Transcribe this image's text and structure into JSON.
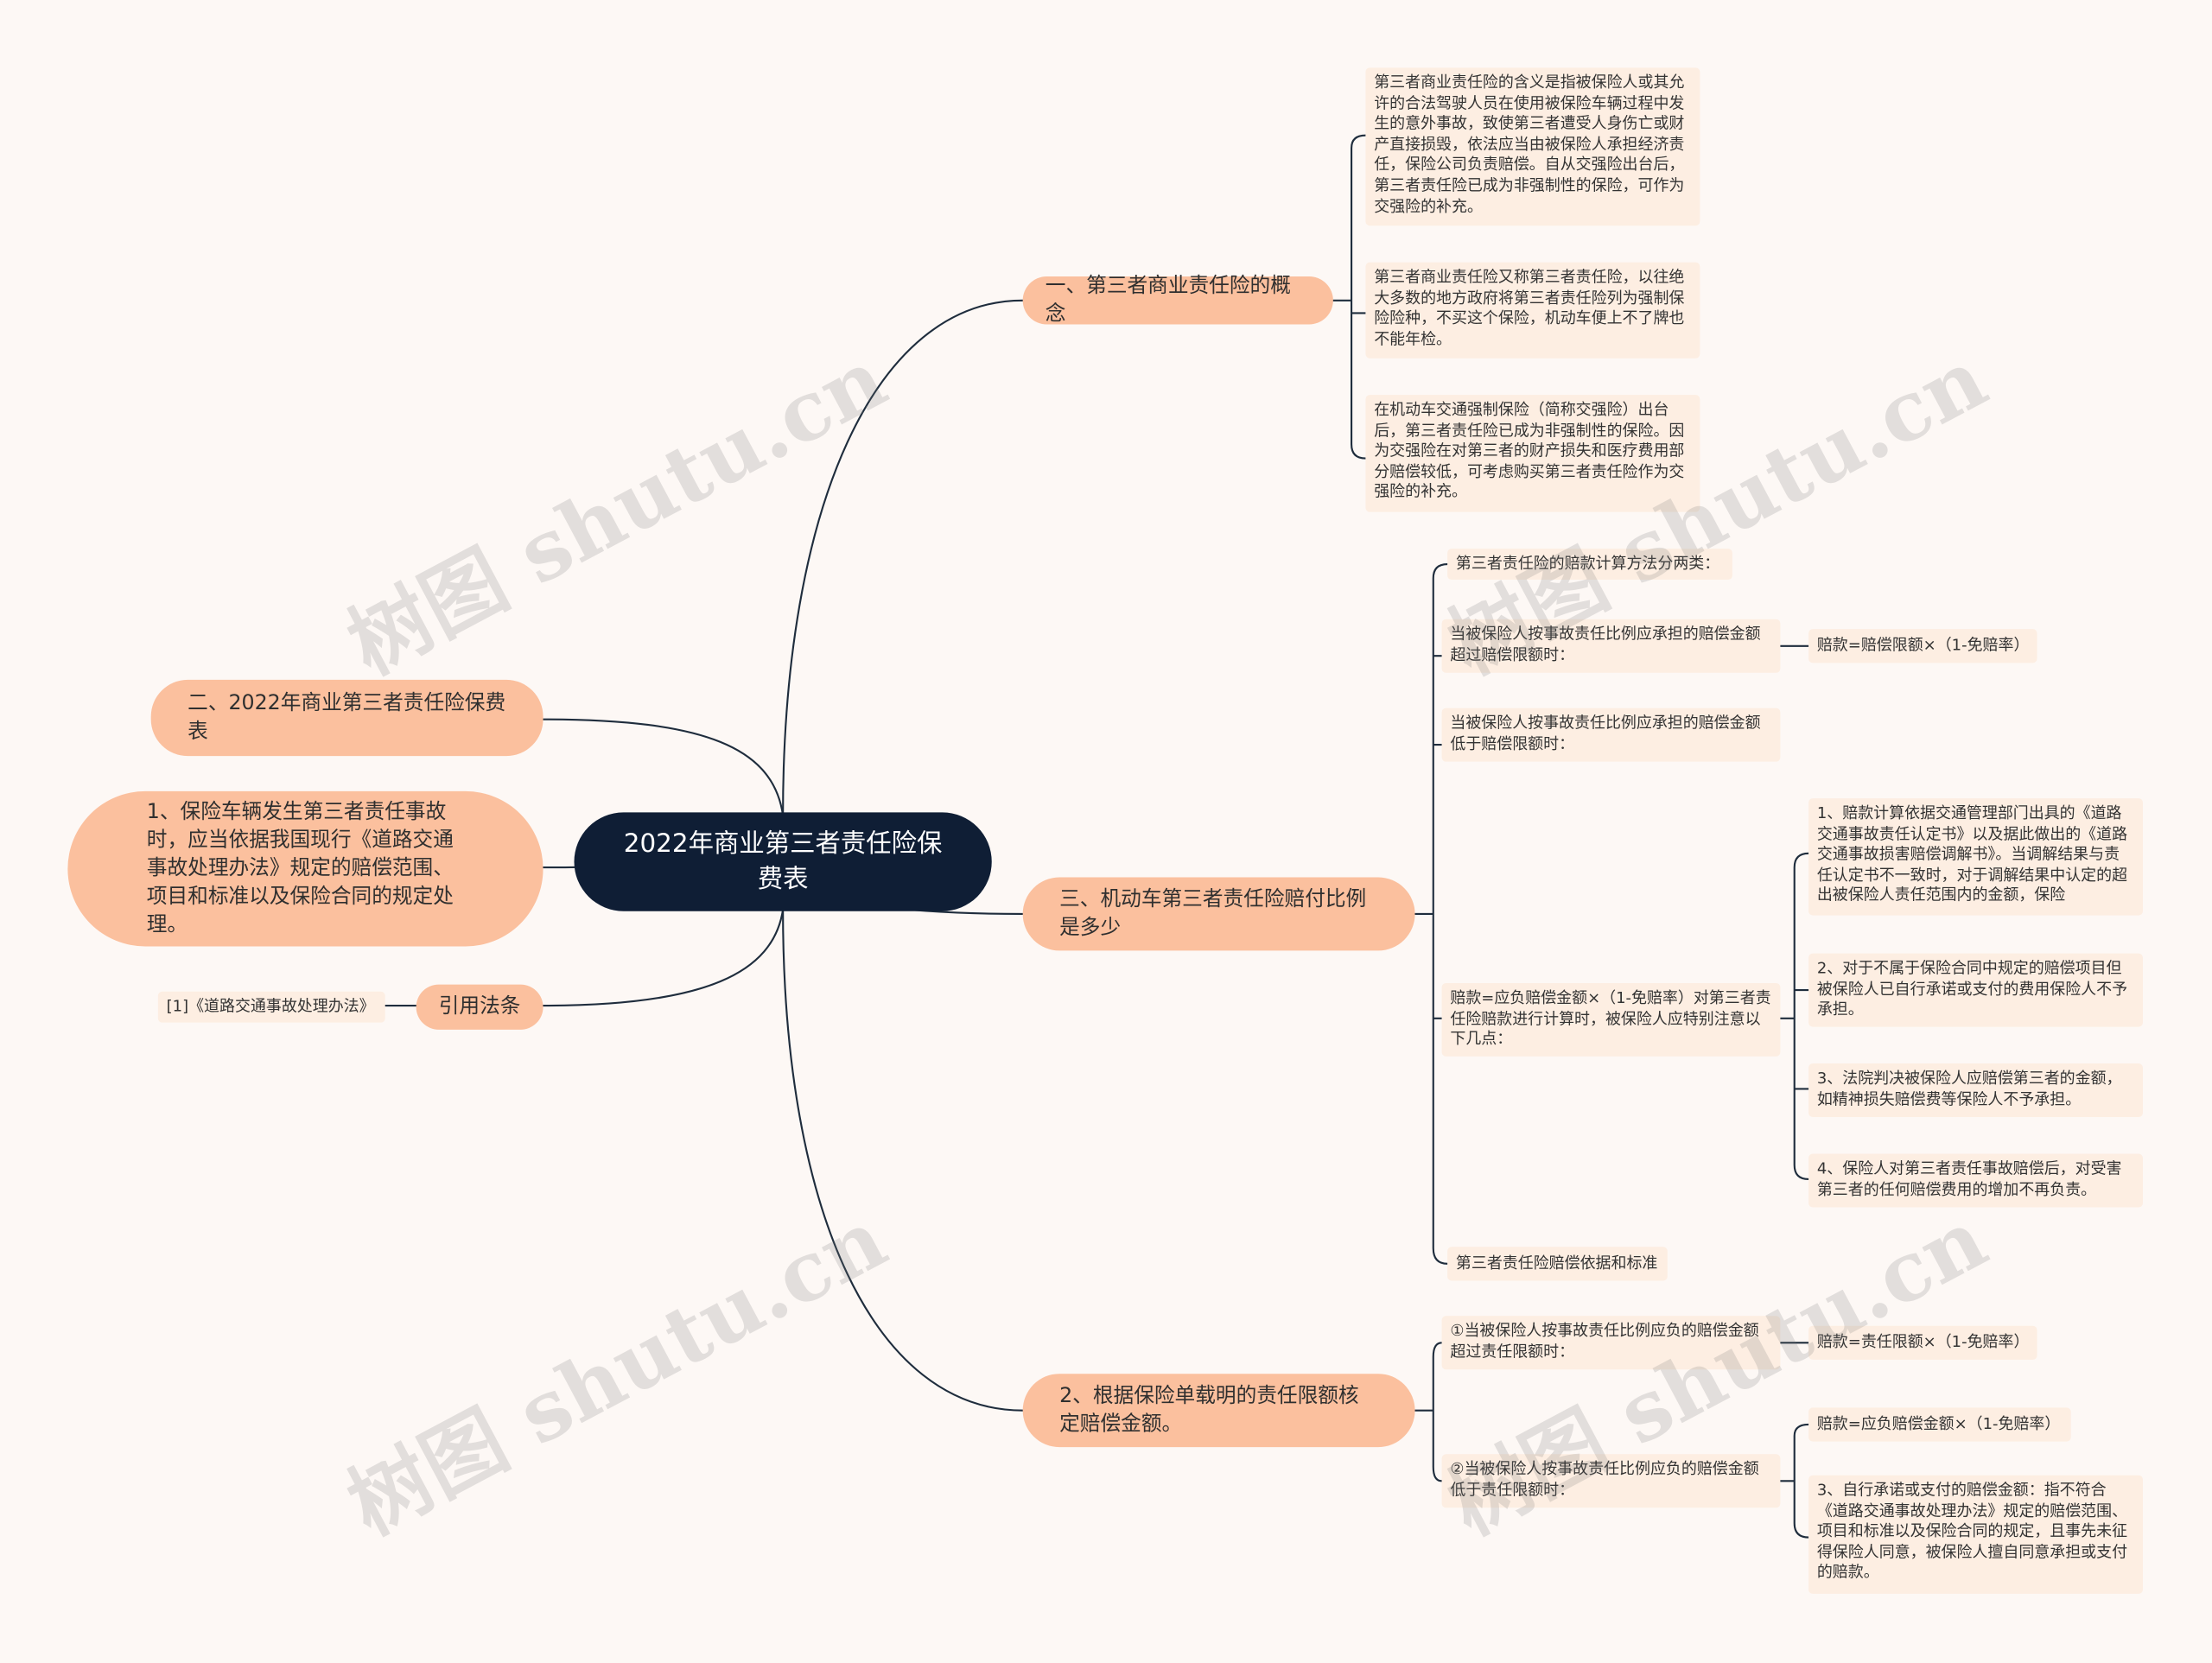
{
  "root": {
    "label": "2022年商业第三者责任险保费表"
  },
  "left": {
    "premium_table": "二、2022年商业第三者责任险保费表",
    "item1": "1、保险车辆发生第三者责任事故时，应当依据我国现行《道路交通事故处理办法》规定的赔偿范围、项目和标准以及保险合同的规定处理。",
    "citation_label": "引用法条",
    "citation_ref": "[1]《道路交通事故处理办法》"
  },
  "concept": {
    "label": "一、第三者商业责任险的概念",
    "leaves": [
      "第三者商业责任险的含义是指被保险人或其允许的合法驾驶人员在使用被保险车辆过程中发生的意外事故，致使第三者遭受人身伤亡或财产直接损毁，依法应当由被保险人承担经济责任，保险公司负责赔偿。自从交强险出台后，第三者责任险已成为非强制性的保险，可作为交强险的补充。",
      "第三者商业责任险又称第三者责任险，以往绝大多数的地方政府将第三者责任险列为强制保险险种，不买这个保险，机动车便上不了牌也不能年检。",
      "在机动车交通强制保险（简称交强险）出台后，第三者责任险已成为非强制性的保险。因为交强险在对第三者的财产损失和医疗费用部分赔偿较低，可考虑购买第三者责任险作为交强险的补充。"
    ]
  },
  "ratio": {
    "label": "三、机动车第三者责任险赔付比例是多少",
    "methods": "第三者责任险的赔款计算方法分两类：",
    "over": "当被保险人按事故责任比例应承担的赔偿金额超过赔偿限额时：",
    "over_formula": "赔款=赔偿限额×（1-免赔率）",
    "under": "当被保险人按事故责任比例应承担的赔偿金额低于赔偿限额时：",
    "formula": "赔款=应负赔偿金额×（1-免赔率）对第三者责任险赔款进行计算时，被保险人应特别注意以下几点：",
    "points": [
      "1、赔款计算依据交通管理部门出具的《道路交通事故责任认定书》以及据此做出的《道路交通事故损害赔偿调解书》。当调解结果与责任认定书不一致时，对于调解结果中认定的超出被保险人责任范围内的金额，保险",
      "2、对于不属于保险合同中规定的赔偿项目但被保险人已自行承诺或支付的费用保险人不予承担。",
      "3、法院判决被保险人应赔偿第三者的金额，如精神损失赔偿费等保险人不予承担。",
      "4、保险人对第三者责任事故赔偿后，对受害第三者的任何赔偿费用的增加不再负责。"
    ],
    "basis": "第三者责任险赔偿依据和标准"
  },
  "limit": {
    "label": "2、根据保险单载明的责任限额核定赔偿金额。",
    "case1": "①当被保险人按事故责任比例应负的赔偿金额超过责任限额时：",
    "case1_formula": "赔款=责任限额×（1-免赔率）",
    "case2": "②当被保险人按事故责任比例应负的赔偿金额低于责任限额时：",
    "case2_formula": "赔款=应负赔偿金额×（1-免赔率）",
    "case2_note": "3、自行承诺或支付的赔偿金额：指不符合《道路交通事故处理办法》规定的赔偿范围、项目和标准以及保险合同的规定，且事先未征得保险人同意，被保险人擅自同意承担或支付的赔款。"
  },
  "watermark": "树图 shutu.cn",
  "colors": {
    "root": "#0f1e35",
    "main": "#fbc09e",
    "leaf": "#fdeee2",
    "line": "#1f2d3d",
    "background": "#fdf8f5"
  }
}
